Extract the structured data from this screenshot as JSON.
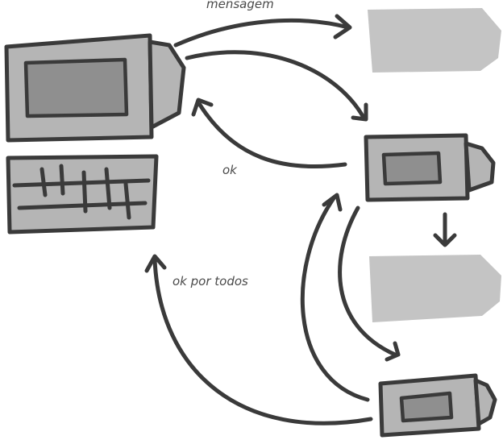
{
  "labels": {
    "message": "mensagem",
    "ok": "ok",
    "ok_all": "ok por todos"
  },
  "colors": {
    "ink": "#3a3a3a",
    "device_fill": "#b5b5b5",
    "screen_fill": "#8f8f8f",
    "ghost_fill": "#c4c4c4",
    "label_text": "#4a4a4a",
    "background": "#ffffff"
  }
}
